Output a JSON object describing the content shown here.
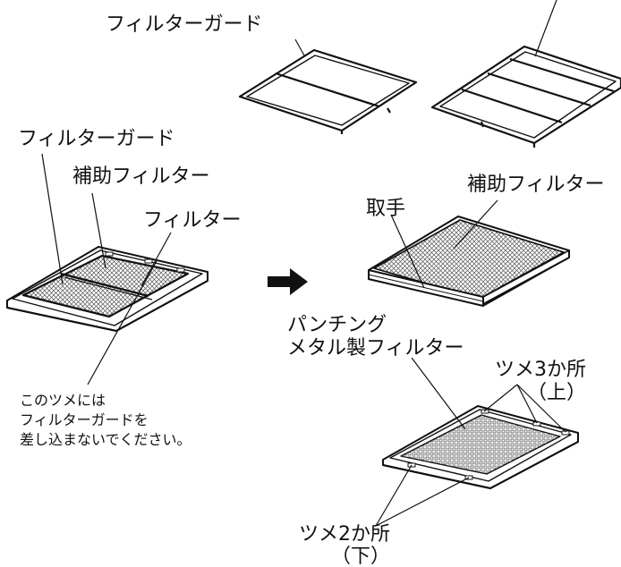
{
  "labels": {
    "guard_top": "フィルターガード",
    "guard_left": "フィルターガード",
    "aux_left": "補助フィルター",
    "filter_left": "フィルター",
    "aux_right": "補助フィルター",
    "handle": "取手",
    "punching_line1": "パンチング",
    "punching_line2": "メタル製フィルター",
    "claw_top_line1": "ツメ3か所",
    "claw_top_line2": "（上）",
    "claw_bottom_line1": "ツメ2か所",
    "claw_bottom_line2": "（下）",
    "note_line1": "このツメには",
    "note_line2": "フィルターガードを",
    "note_line3": "差し込まないでください。"
  },
  "colors": {
    "line": "#111111",
    "mesh": "#555555",
    "fill": "#ffffff"
  }
}
